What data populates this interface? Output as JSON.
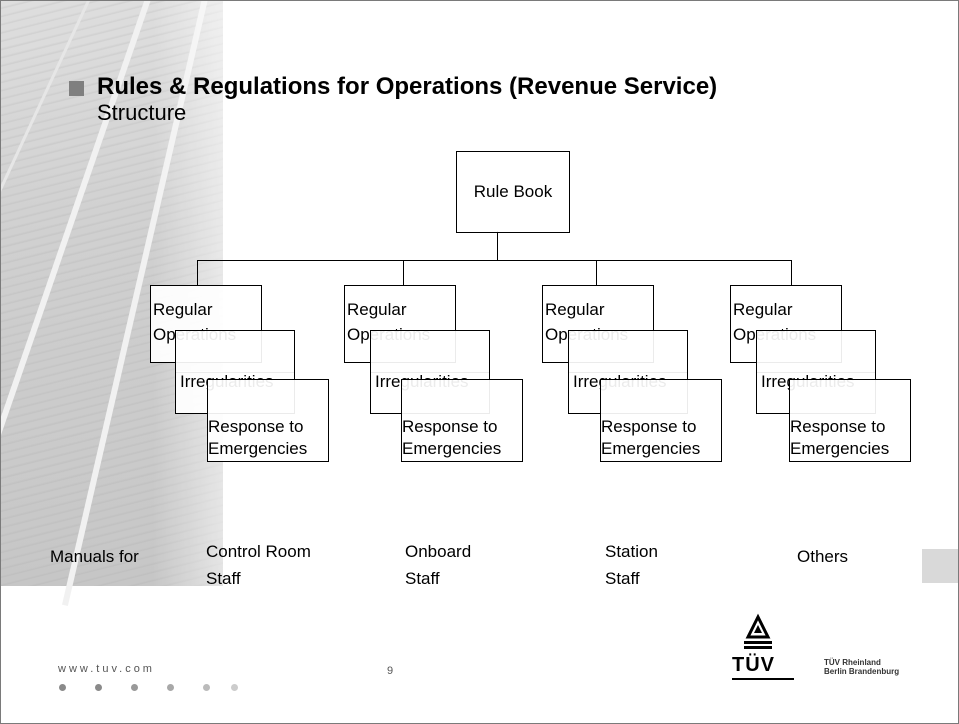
{
  "slide": {
    "title": "Rules & Regulations for Operations (Revenue Service)",
    "subtitle": "Structure"
  },
  "diagram": {
    "root": "Rule Book",
    "columns": [
      {
        "regular_1": "Regular",
        "regular_2": "Operations",
        "irregularities": "Irregularities",
        "response_1": "Response to",
        "response_2": "Emergencies",
        "manual_1": "Control Room",
        "manual_2": "Staff"
      },
      {
        "regular_1": "Regular",
        "regular_2": "Operations",
        "irregularities": "Irregularities",
        "response_1": "Response to",
        "response_2": "Emergencies",
        "manual_1": "Onboard",
        "manual_2": "Staff"
      },
      {
        "regular_1": "Regular",
        "regular_2": "Operations",
        "irregularities": "Irregularities",
        "response_1": "Response to",
        "response_2": "Emergencies",
        "manual_1": "Station",
        "manual_2": "Staff"
      },
      {
        "regular_1": "Regular",
        "regular_2": "Operations",
        "irregularities": "Irregularities",
        "response_1": "Response to",
        "response_2": "Emergencies",
        "manual_1": "Others",
        "manual_2": ""
      }
    ],
    "manuals_label": "Manuals for"
  },
  "footer": {
    "url": "www.tuv.com",
    "page_number": "9",
    "logo_text": "TÜV",
    "company_line_1": "TÜV Rheinland",
    "company_line_2": "Berlin Brandenburg"
  },
  "icons": {
    "title_bullet": "square-bullet-icon",
    "logo": "tuv-triangle-logo-icon"
  }
}
